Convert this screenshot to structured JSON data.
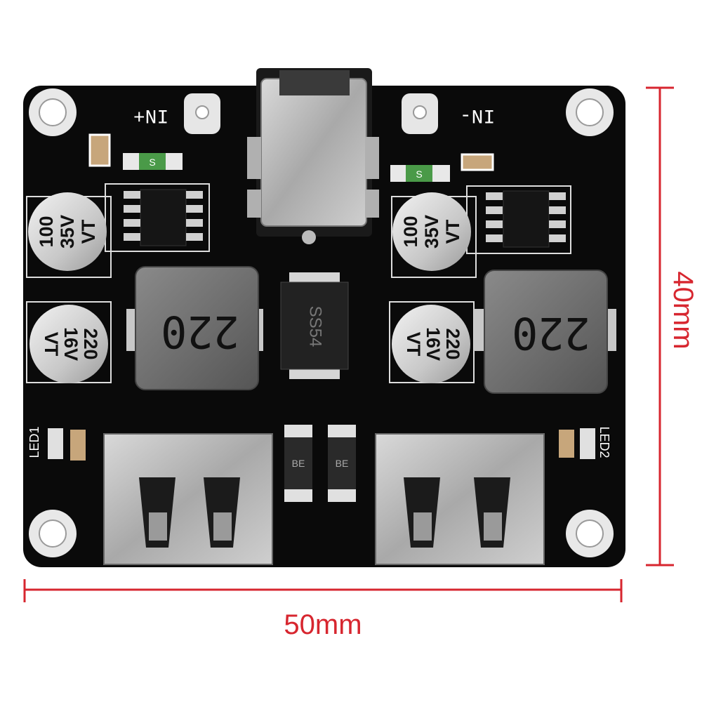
{
  "dimensions": {
    "width": "50mm",
    "height": "40mm"
  },
  "silkscreen": {
    "input_positive": "IN+",
    "input_negative": "IN-",
    "led1": "LED1",
    "led2": "LED2"
  },
  "components": {
    "capacitor_left_top": [
      "100",
      "35V",
      "VT"
    ],
    "capacitor_left_bottom": [
      "220",
      "16V",
      "VT"
    ],
    "capacitor_right_top": [
      "100",
      "35V",
      "VT"
    ],
    "capacitor_right_bottom": [
      "220",
      "16V",
      "VT"
    ],
    "inductor_left": "220",
    "inductor_right": "220",
    "diode_center": "SS54",
    "fuse_left": "S",
    "fuse_right": "S",
    "diode_left": "BE",
    "diode_right": "BE"
  },
  "colors": {
    "pcb": "#0a0a0a",
    "dimension": "#d7262f",
    "metal": "#b5b5b5",
    "inductor": "#6b6b6b"
  }
}
